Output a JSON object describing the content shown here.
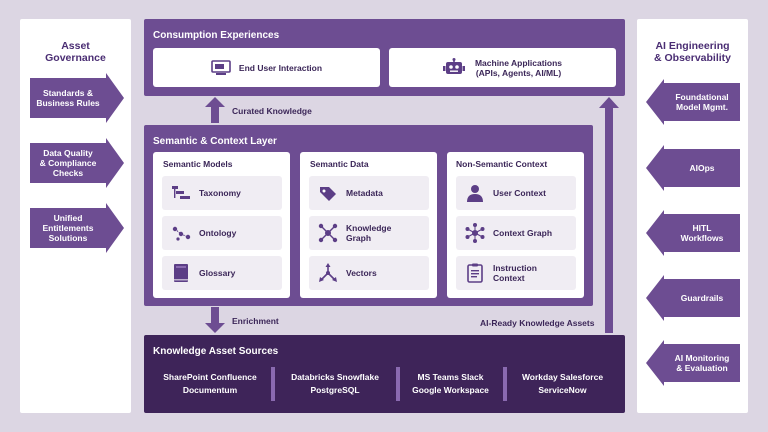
{
  "governance": {
    "title_line1": "Asset",
    "title_line2": "Governance",
    "items": [
      {
        "line1": "Standards &",
        "line2": "Business Rules",
        "line3": ""
      },
      {
        "line1": "Data Quality",
        "line2": "& Compliance",
        "line3": "Checks"
      },
      {
        "line1": "Unified",
        "line2": "Entitlements",
        "line3": "Solutions"
      }
    ]
  },
  "observability": {
    "title_line1": "AI Engineering",
    "title_line2": "& Observability",
    "items": [
      {
        "line1": "Foundational",
        "line2": "Model Mgmt."
      },
      {
        "line1": "AIOps",
        "line2": ""
      },
      {
        "line1": "HITL",
        "line2": "Workflows"
      },
      {
        "line1": "Guardrails",
        "line2": ""
      },
      {
        "line1": "AI Monitoring",
        "line2": "& Evaluation"
      }
    ]
  },
  "consumption": {
    "title": "Consumption Experiences",
    "end_user": "End User Interaction",
    "machine_line1": "Machine Applications",
    "machine_line2": "(APIs, Agents, AI/ML)"
  },
  "flows": {
    "curated": "Curated Knowledge",
    "enrichment": "Enrichment",
    "ai_ready": "AI-Ready Knowledge Assets"
  },
  "semantic_layer": {
    "title": "Semantic & Context Layer",
    "columns": [
      {
        "title": "Semantic Models",
        "items": [
          {
            "line1": "Taxonomy",
            "line2": ""
          },
          {
            "line1": "Ontology",
            "line2": ""
          },
          {
            "line1": "Glossary",
            "line2": ""
          }
        ]
      },
      {
        "title": "Semantic Data",
        "items": [
          {
            "line1": "Metadata",
            "line2": ""
          },
          {
            "line1": "Knowledge",
            "line2": "Graph"
          },
          {
            "line1": "Vectors",
            "line2": ""
          }
        ]
      },
      {
        "title": "Non-Semantic Context",
        "items": [
          {
            "line1": "User Context",
            "line2": ""
          },
          {
            "line1": "Context Graph",
            "line2": ""
          },
          {
            "line1": "Instruction",
            "line2": "Context"
          }
        ]
      }
    ]
  },
  "sources": {
    "title": "Knowledge Asset Sources",
    "groups": [
      {
        "line1": "SharePoint  Confluence",
        "line2": "Documentum"
      },
      {
        "line1": "Databricks  Snowflake",
        "line2": "PostgreSQL"
      },
      {
        "line1": "MS Teams   Slack",
        "line2": "Google Workspace"
      },
      {
        "line1": "Workday   Salesforce",
        "line2": "ServiceNow"
      }
    ]
  },
  "colors": {
    "dark_purple": "#3e2459",
    "mid_purple": "#6d4d92",
    "background": "#dcd6e3"
  }
}
